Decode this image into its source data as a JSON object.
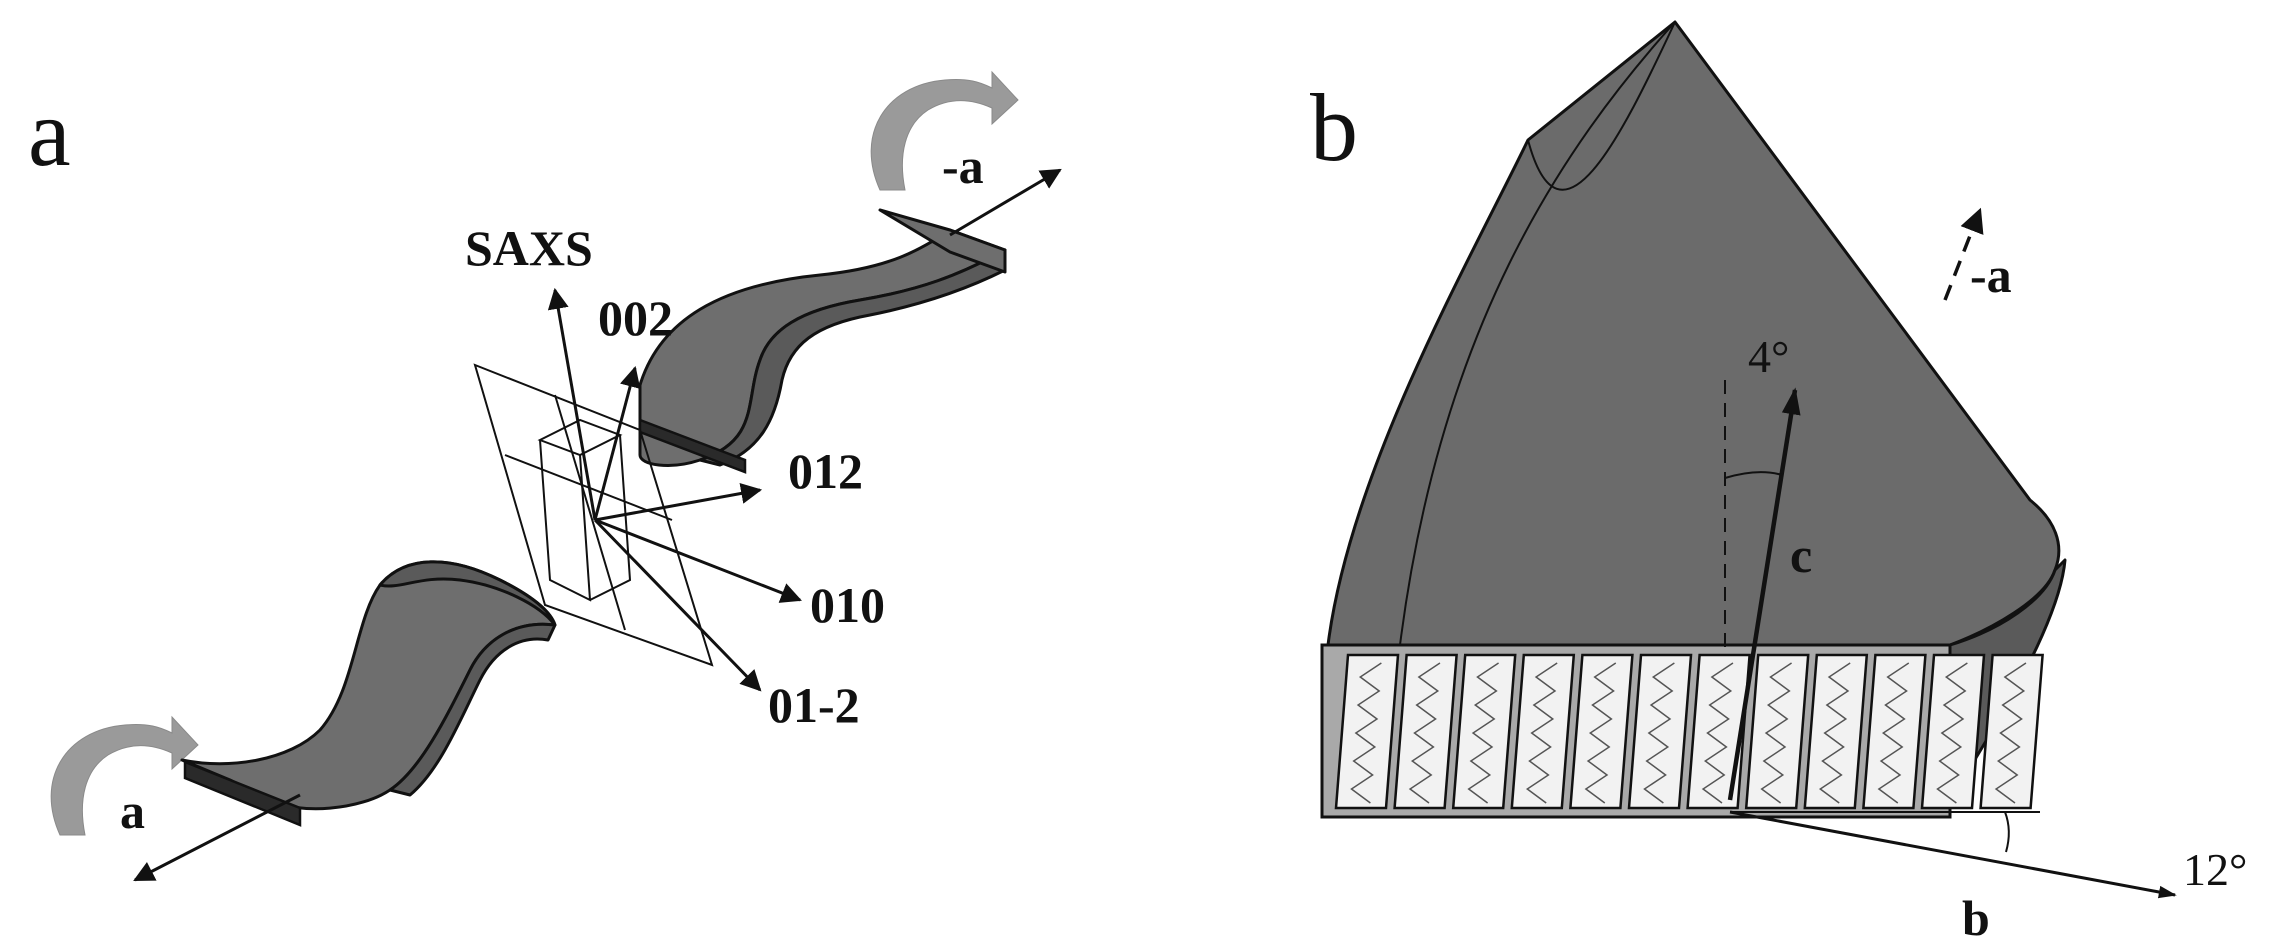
{
  "panels": {
    "a": {
      "letter": "a",
      "labels": {
        "saxs": "SAXS",
        "r002": "002",
        "r012": "012",
        "r010": "010",
        "r01m2": "01-2",
        "axis_a": "a",
        "axis_minus_a": "-a"
      }
    },
    "b": {
      "letter": "b",
      "labels": {
        "axis_minus_a": "-a",
        "axis_c": "c",
        "axis_b": "b",
        "angle_c": "4°",
        "angle_b": "12°"
      }
    }
  },
  "colors": {
    "ribbon": "#6e6e6e",
    "crystal": "#6b6b6b",
    "lamella_frame": "#a9a9a9",
    "lamella_slab": "#f2f2f2",
    "rotation_arrow": "#9a9a9a",
    "ink": "#111111"
  }
}
